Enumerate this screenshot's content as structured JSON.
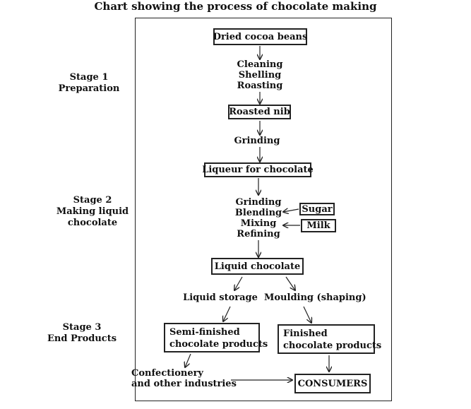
{
  "title": "Chart showing the process of chocolate making",
  "stages": [
    {
      "lines": [
        "Stage 1",
        "Preparation"
      ]
    },
    {
      "lines": [
        "Stage 2",
        "Making liquid",
        "chocolate"
      ]
    },
    {
      "lines": [
        "Stage 3",
        "End Products"
      ]
    }
  ],
  "boxes": {
    "dried_beans": "Dried cocoa beans",
    "roasted_nib": "Roasted nib",
    "liqueur": "Liqueur for chocolate",
    "sugar": "Sugar",
    "milk": "Milk",
    "liquid_chocolate": "Liquid chocolate",
    "semi_finished": [
      "Semi-finished",
      "chocolate products"
    ],
    "finished": [
      "Finished",
      "chocolate products"
    ],
    "consumers": "CONSUMERS"
  },
  "steps": {
    "preparation": [
      "Cleaning",
      "Shelling",
      "Roasting"
    ],
    "grinding": "Grinding",
    "making": [
      "Grinding",
      "Blending",
      "Mixing",
      "Refining"
    ],
    "liquid_storage": "Liquid storage",
    "moulding": "Moulding (shaping)",
    "confectionery": [
      "Confectionery",
      "and other industries"
    ]
  }
}
